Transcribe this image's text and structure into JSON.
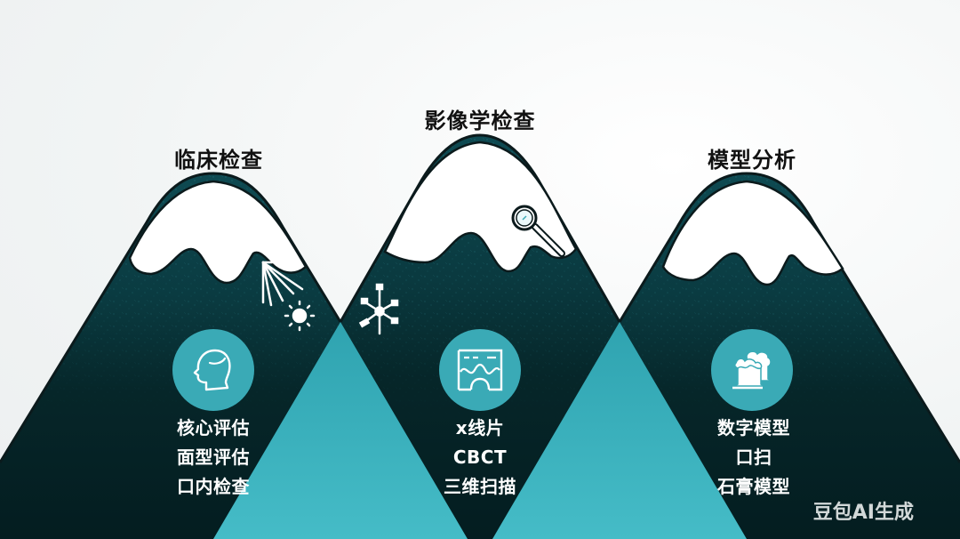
{
  "colors": {
    "background": "#f3f5f5",
    "mountain_dark": "#062427",
    "mountain_texture": "#0f4b52",
    "snow": "#ffffff",
    "outline": "#0b1a1c",
    "teal_triangle": "#3db6c2",
    "icon_circle": "#3aaab6",
    "text_dark": "#111111",
    "text_light": "#ffffff"
  },
  "mountains": [
    {
      "title": "临床检查",
      "icon": "head-profile-icon",
      "decor_icon": "light-rays-sun-icon",
      "items": [
        "核心评估",
        "面型评估",
        "口内检查"
      ]
    },
    {
      "title": "影像学检查",
      "icon": "xray-panoramic-icon",
      "decor_icon": "magnifier-icon",
      "decor_icon_2": "molecule-probe-icon",
      "items": [
        "x线片",
        "CBCT",
        "三维扫描"
      ]
    },
    {
      "title": "模型分析",
      "icon": "dental-models-icon",
      "items": [
        "数字模型",
        "口扫",
        "石膏模型"
      ]
    }
  ],
  "watermark": "豆包AI生成"
}
